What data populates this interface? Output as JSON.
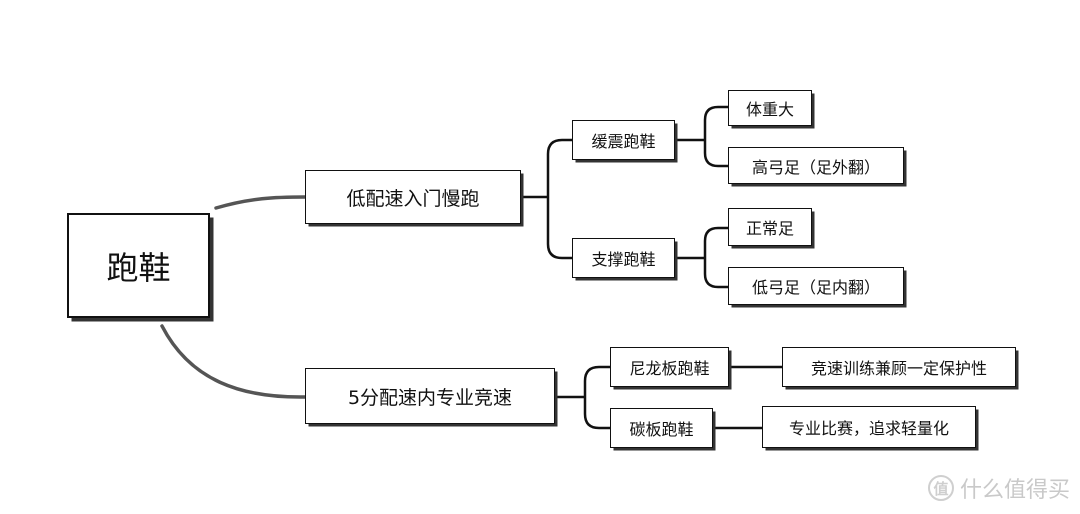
{
  "diagram": {
    "root": {
      "label": "跑鞋"
    },
    "branches": [
      {
        "label": "低配速入门慢跑",
        "children": [
          {
            "label": "缓震跑鞋",
            "children": [
              "体重大",
              "高弓足（足外翻）"
            ]
          },
          {
            "label": "支撑跑鞋",
            "children": [
              "正常足",
              "低弓足（足内翻）"
            ]
          }
        ]
      },
      {
        "label": "5分配速内专业竞速",
        "children": [
          {
            "label": "尼龙板跑鞋",
            "children": [
              "竞速训练兼顾一定保护性"
            ]
          },
          {
            "label": "碳板跑鞋",
            "children": [
              "专业比赛，追求轻量化"
            ]
          }
        ]
      }
    ]
  },
  "watermark": {
    "text": "什么值得买",
    "icon": "zhi-logo-icon",
    "icon_text": "值"
  },
  "colors": {
    "stroke": "#111111",
    "connector_gray": "#555555",
    "watermark": "#c9c9c9"
  }
}
